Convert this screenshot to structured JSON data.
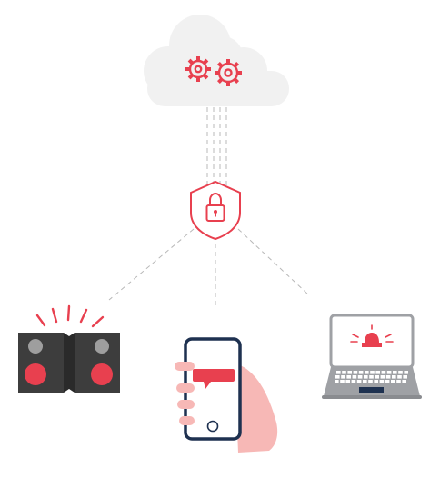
{
  "diagram": {
    "nodes": [
      {
        "id": "cloud",
        "icon": "cloud-gears-icon"
      },
      {
        "id": "security",
        "icon": "shield-lock-icon"
      },
      {
        "id": "speakers",
        "icon": "alarm-speakers-icon"
      },
      {
        "id": "phone",
        "icon": "smartphone-notification-icon"
      },
      {
        "id": "laptop",
        "icon": "laptop-alert-icon"
      }
    ],
    "edges": [
      {
        "from": "cloud",
        "to": "security",
        "style": "dashed"
      },
      {
        "from": "security",
        "to": "speakers",
        "style": "dashed"
      },
      {
        "from": "security",
        "to": "phone",
        "style": "dashed"
      },
      {
        "from": "security",
        "to": "laptop",
        "style": "dashed"
      }
    ]
  },
  "colors": {
    "accent": "#e8404f",
    "cloud": "#f1f1f1",
    "dashed_line": "#b8b8b8",
    "speaker_body": "#3d3d3d",
    "phone_frame": "#1e3150",
    "hand": "#f7b8b6",
    "laptop": "#9fa1a5"
  }
}
